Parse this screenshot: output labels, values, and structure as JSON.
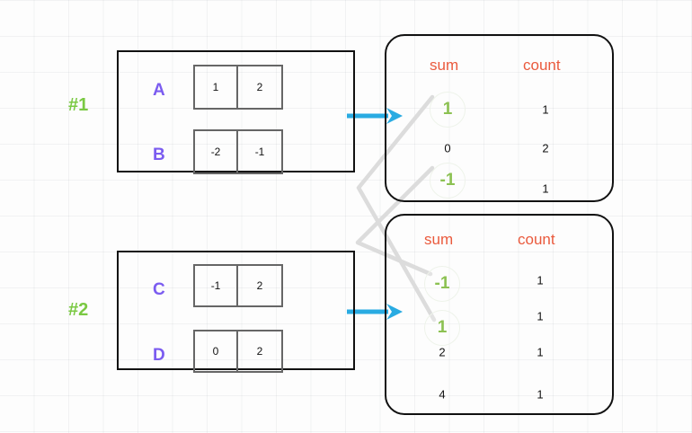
{
  "diagram": {
    "title": "shuffle-aggregation-diagram",
    "colors": {
      "partition_label": "#7ac943",
      "row_label": "#7b5cf0",
      "column_header": "#ea5a3d",
      "highlight_value": "#8cc152",
      "arrow": "#29abe2",
      "block_border": "#111111",
      "cell_border": "#666666",
      "connector": "#d8d8d8",
      "grid": "#e8eaec"
    }
  },
  "partitions": [
    {
      "label": "#1",
      "rows": [
        {
          "name": "A",
          "cells": [
            "1",
            "2"
          ]
        },
        {
          "name": "B",
          "cells": [
            "-2",
            "-1"
          ]
        }
      ]
    },
    {
      "label": "#2",
      "rows": [
        {
          "name": "C",
          "cells": [
            "-1",
            "2"
          ]
        },
        {
          "name": "D",
          "cells": [
            "0",
            "2"
          ]
        }
      ]
    }
  ],
  "tables": [
    {
      "id": "table-1",
      "headers": [
        "sum",
        "count"
      ],
      "rows": [
        {
          "sum": "1",
          "count": "1",
          "highlight": true
        },
        {
          "sum": "0",
          "count": "2",
          "highlight": false
        },
        {
          "sum": "-1",
          "count": "1",
          "highlight": true
        }
      ]
    },
    {
      "id": "table-2",
      "headers": [
        "sum",
        "count"
      ],
      "rows": [
        {
          "sum": "-1",
          "count": "1",
          "highlight": true
        },
        {
          "sum": "1",
          "count": "1",
          "highlight": true
        },
        {
          "sum": "2",
          "count": "1",
          "highlight": false
        },
        {
          "sum": "4",
          "count": "1",
          "highlight": false
        }
      ]
    }
  ],
  "arrows": [
    {
      "name": "arrow-partition-1-to-table-1"
    },
    {
      "name": "arrow-partition-2-to-table-2"
    }
  ],
  "connectors": [
    {
      "name": "connector-sum-1",
      "from": "table-1 sum 1",
      "to": "table-2 sum 1"
    },
    {
      "name": "connector-sum-minus-1",
      "from": "table-1 sum -1",
      "to": "table-2 sum -1"
    }
  ]
}
